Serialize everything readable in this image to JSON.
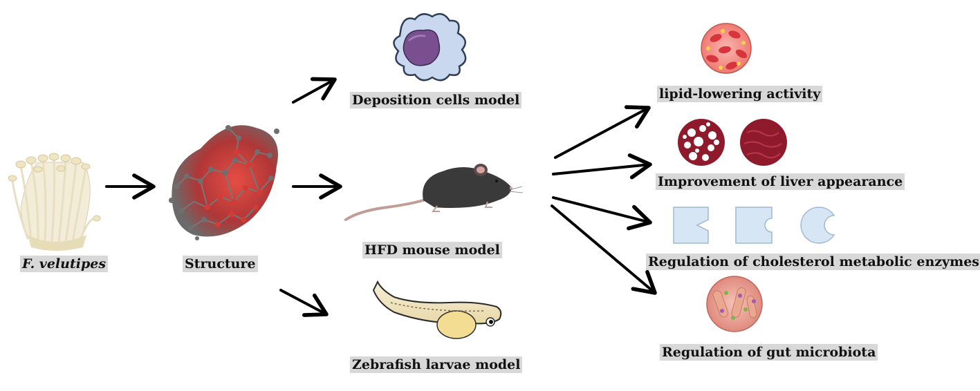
{
  "source": {
    "name": "F. velutipes"
  },
  "structure": {
    "label": "Structure"
  },
  "models": [
    {
      "label": "Deposition cells model"
    },
    {
      "label": "HFD mouse model"
    },
    {
      "label": "Zebrafish larvae model"
    }
  ],
  "effects": [
    {
      "label": "lipid-lowering activity"
    },
    {
      "label": "Improvement of liver appearance"
    },
    {
      "label": "Regulation of cholesterol metabolic enzymes"
    },
    {
      "label": "Regulation of gut microbiota"
    }
  ],
  "colors": {
    "arrow": "#000000",
    "label_bg": "#d8d8d8",
    "enzyme_fill": "#d7e6f5",
    "liver_red": "#8e1a2c",
    "molecule_red": "#c8282a",
    "mouse_body": "#3a3a3a",
    "cell_blue": "#c9d8ee",
    "nucleus_purple": "#7a4f8f"
  },
  "icons": [
    "mushroom-icon",
    "molecule-structure-icon",
    "cell-icon",
    "mouse-icon",
    "zebrafish-icon",
    "blood-lipid-icon",
    "fatty-liver-icon",
    "healthy-liver-icon",
    "enzyme-shape-icon",
    "gut-microbiota-icon"
  ]
}
